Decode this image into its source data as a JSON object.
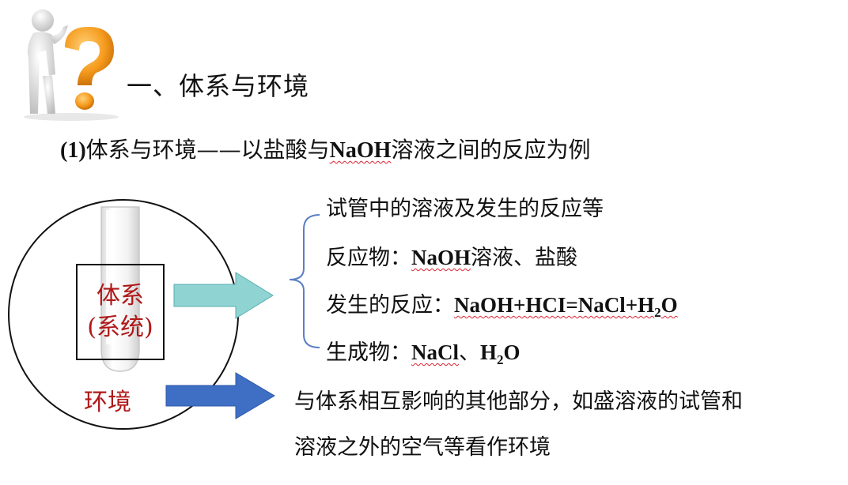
{
  "title": "一、体系与环境",
  "subtitle": {
    "prefix": "(1)",
    "mid": "体系与环境——以盐酸与",
    "naoh": "NaOH",
    "suffix": "溶液之间的反应为例"
  },
  "diagram": {
    "system_line1": "体系",
    "system_line2": "(系统)",
    "environment_label": "环境"
  },
  "system_items": {
    "item1": "试管中的溶液及发生的反应等",
    "item2_label": "反应物：",
    "item2_naoh": "NaOH",
    "item2_rest": "溶液、盐酸",
    "item3_label": "发生的反应：",
    "item3_eq_a": "NaOH+HCI=NaCl+H",
    "item3_eq_sub": "2",
    "item3_eq_b": "O",
    "item4_label": "生成物：",
    "item4_nacl": "NaCl",
    "item4_sep": "、",
    "item4_h": "H",
    "item4_sub": "2",
    "item4_o": "O"
  },
  "environment_desc": {
    "line1": "与体系相互影响的其他部分，如盛溶液的试管和",
    "line2": "溶液之外的空气等看作环境"
  },
  "colors": {
    "system_arrow": "#8fd3d3",
    "environment_arrow": "#3f6fc4",
    "label_red": "#b01818",
    "brace": "#5b7fc4"
  }
}
